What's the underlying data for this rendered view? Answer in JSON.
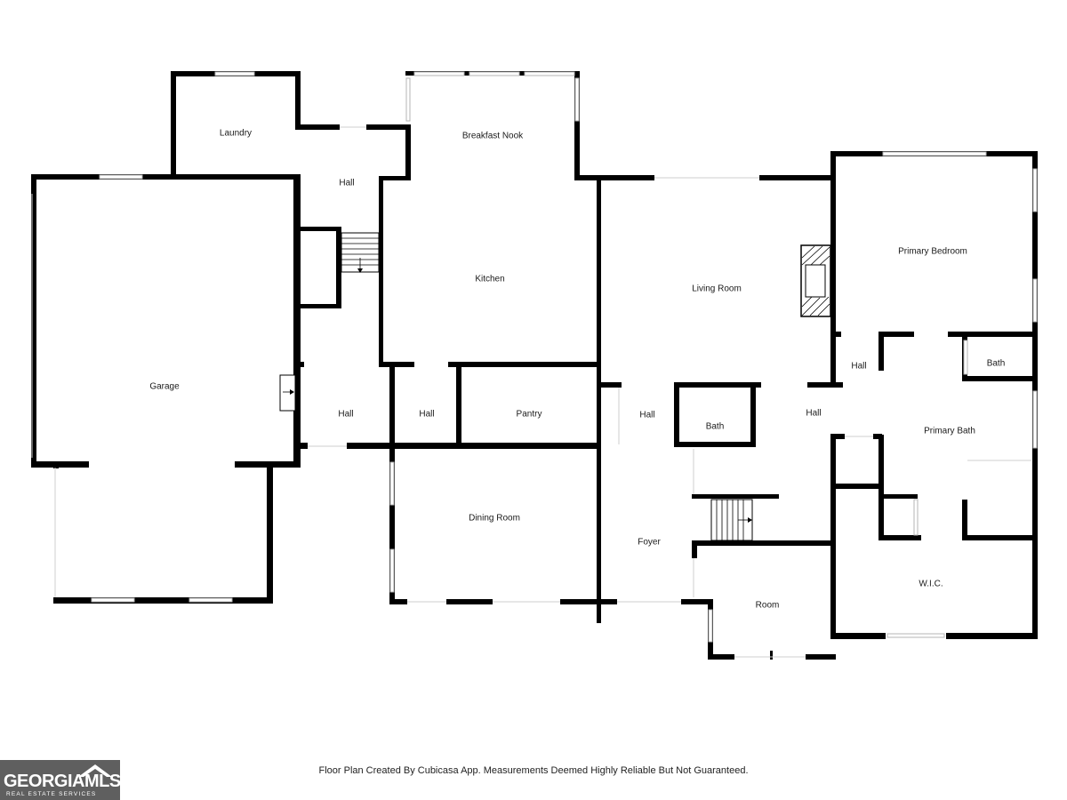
{
  "rooms": {
    "laundry": "Laundry",
    "breakfast_nook": "Breakfast Nook",
    "hall_top": "Hall",
    "kitchen": "Kitchen",
    "living_room": "Living Room",
    "primary_bedroom": "Primary Bedroom",
    "garage": "Garage",
    "hall_left": "Hall",
    "hall_mid": "Hall",
    "pantry": "Pantry",
    "hall_center": "Hall",
    "bath_center": "Bath",
    "hall_right": "Hall",
    "hall_bedroom": "Hall",
    "bath_primary": "Bath",
    "primary_bath": "Primary Bath",
    "dining_room": "Dining Room",
    "foyer": "Foyer",
    "wic": "W.I.C.",
    "room": "Room"
  },
  "footer": {
    "note": "Floor Plan Created By Cubicasa App. Measurements Deemed Highly Reliable But Not Guaranteed."
  },
  "logo": {
    "main": "GEORGIAMLS",
    "sub": "REAL ESTATE SERVICES"
  }
}
